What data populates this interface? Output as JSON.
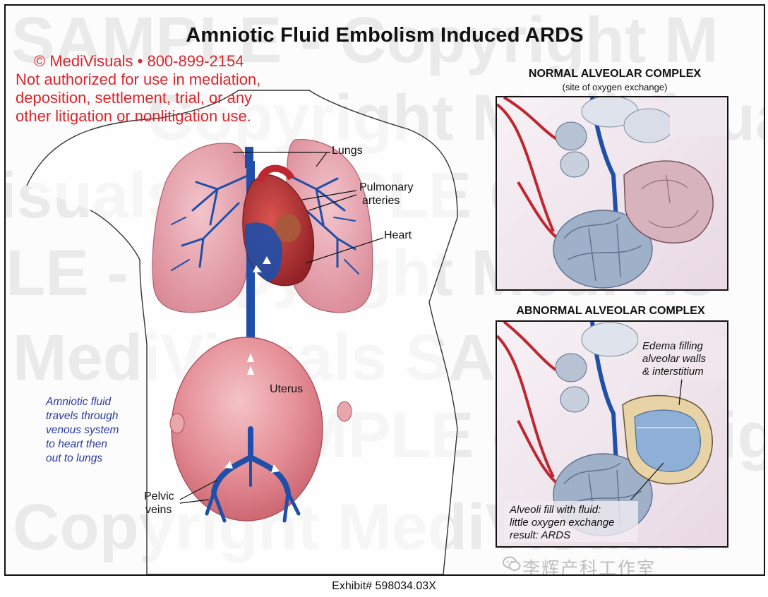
{
  "title": "Amniotic Fluid Embolism Induced ARDS",
  "copyright": {
    "line1": "© MediVisuals • 800-899-2154",
    "line2": "Not authorized for use in mediation,",
    "line3": "deposition, settlement, trial, or any",
    "line4": "other litigation or nonlitigation use."
  },
  "labels": {
    "lungs": "Lungs",
    "pulmonary_1": "Pulmonary",
    "pulmonary_2": "arteries",
    "heart": "Heart",
    "uterus": "Uterus",
    "pelvic_1": "Pelvic",
    "pelvic_2": "veins"
  },
  "note": {
    "line1": "Amniotic fluid",
    "line2": "travels through",
    "line3": "venous system",
    "line4": "to heart then",
    "line5": "out to lungs"
  },
  "normal_panel": {
    "title": "NORMAL ALVEOLAR COMPLEX",
    "subtitle": "(site of oxygen exchange)"
  },
  "abnormal_panel": {
    "title": "ABNORMAL ALVEOLAR COMPLEX",
    "edema_1": "Edema filling",
    "edema_2": "alveolar walls",
    "edema_3": "& interstitium",
    "fluid_1": "Alveoli fill with fluid:",
    "fluid_2": "little oxygen exchange",
    "fluid_3": "result: ARDS"
  },
  "watermark": {
    "row1": "SAMPLE - Copyright M",
    "row2": "Copyright MediVisuals",
    "row3": "isuals SAMPLE Copy",
    "row4": "LE - Copyright MediVis",
    "row5": "MediVisuals SAMPLE",
    "row6": "SAMPLE - Copyright M",
    "row7": "Copyright MediVisuals"
  },
  "footer": {
    "exhibit": "Exhibit# 598034.03X",
    "wechat": "李辉产科工作室"
  },
  "colors": {
    "copyright_red": "#d9262e",
    "note_blue": "#2a3aa0",
    "vein_blue": "#1f4fa8",
    "lung_pink": "#e7a2ae",
    "uterus_pink": "#e58f97",
    "artery_red": "#c0262f"
  },
  "icons": [
    "wechat-icon"
  ]
}
